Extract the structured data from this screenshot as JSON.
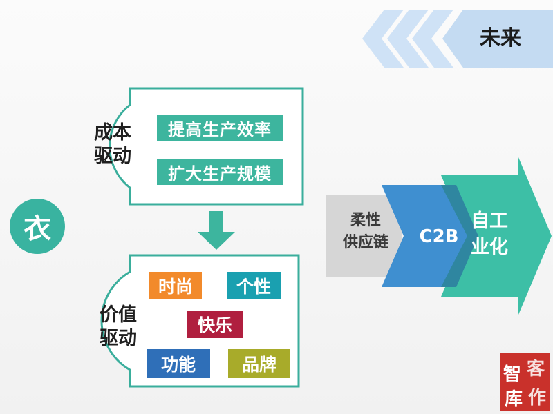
{
  "header": {
    "title": "未来"
  },
  "center_symbol": "衣",
  "cost_driven": {
    "label_line1": "成本",
    "label_line2": "驱动",
    "items": [
      "提高生产效率",
      "扩大生产规模"
    ]
  },
  "value_driven": {
    "label_line1": "价值",
    "label_line2": "驱动",
    "tags": [
      {
        "text": "时尚",
        "color": "#f28a2b"
      },
      {
        "text": "个性",
        "color": "#1aa0b0"
      },
      {
        "text": "快乐",
        "color": "#b01f3f"
      },
      {
        "text": "功能",
        "color": "#2f6fb8"
      },
      {
        "text": "品牌",
        "color": "#a8ab2a"
      }
    ]
  },
  "flow": {
    "step1_line1": "柔性",
    "step1_line2": "供应链",
    "step2": "C2B",
    "step3_line1": "自工",
    "step3_line2": "业化"
  },
  "colors": {
    "teal": "#3db59e",
    "border_teal": "#3aae9c",
    "grey": "#d6d6d6",
    "blue": "#3f8fd0",
    "chevron_blue": "#c8dff5"
  },
  "watermark": {
    "chars": [
      "智",
      "客",
      "库",
      "作"
    ]
  }
}
